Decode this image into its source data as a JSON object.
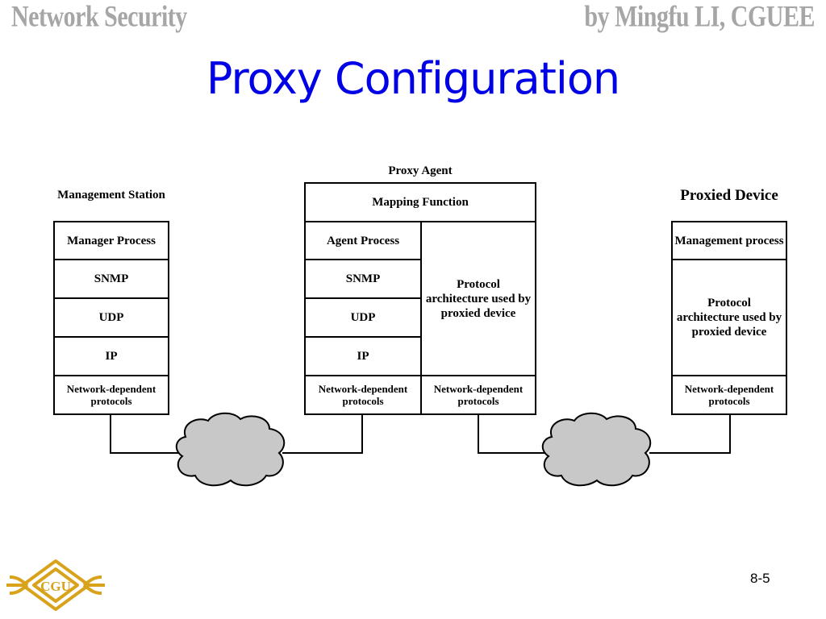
{
  "header": {
    "left": "Network Security",
    "right": "by Mingfu LI, CGUEE"
  },
  "title": "Proxy Configuration",
  "management_station": {
    "label": "Management Station",
    "layers": [
      "Manager Process",
      "SNMP",
      "UDP",
      "IP",
      "Network-dependent protocols"
    ]
  },
  "proxy_agent": {
    "label": "Proxy Agent",
    "mapping": "Mapping Function",
    "left_layers": [
      "Agent Process",
      "SNMP",
      "UDP",
      "IP",
      "Network-dependent protocols"
    ],
    "right_protocol": "Protocol architecture used by proxied device",
    "right_network": "Network-dependent protocols"
  },
  "proxied_device": {
    "label": "Proxied Device",
    "management": "Management process",
    "protocol": "Protocol architecture used by proxied device",
    "network": "Network-dependent protocols"
  },
  "footer": {
    "page_number": "8-5",
    "logo_text": "CGU"
  },
  "colors": {
    "title": "#0000e6",
    "header": "#a6a6a6",
    "cloud_fill": "#c8c8c8",
    "logo": "#d9a21b"
  }
}
